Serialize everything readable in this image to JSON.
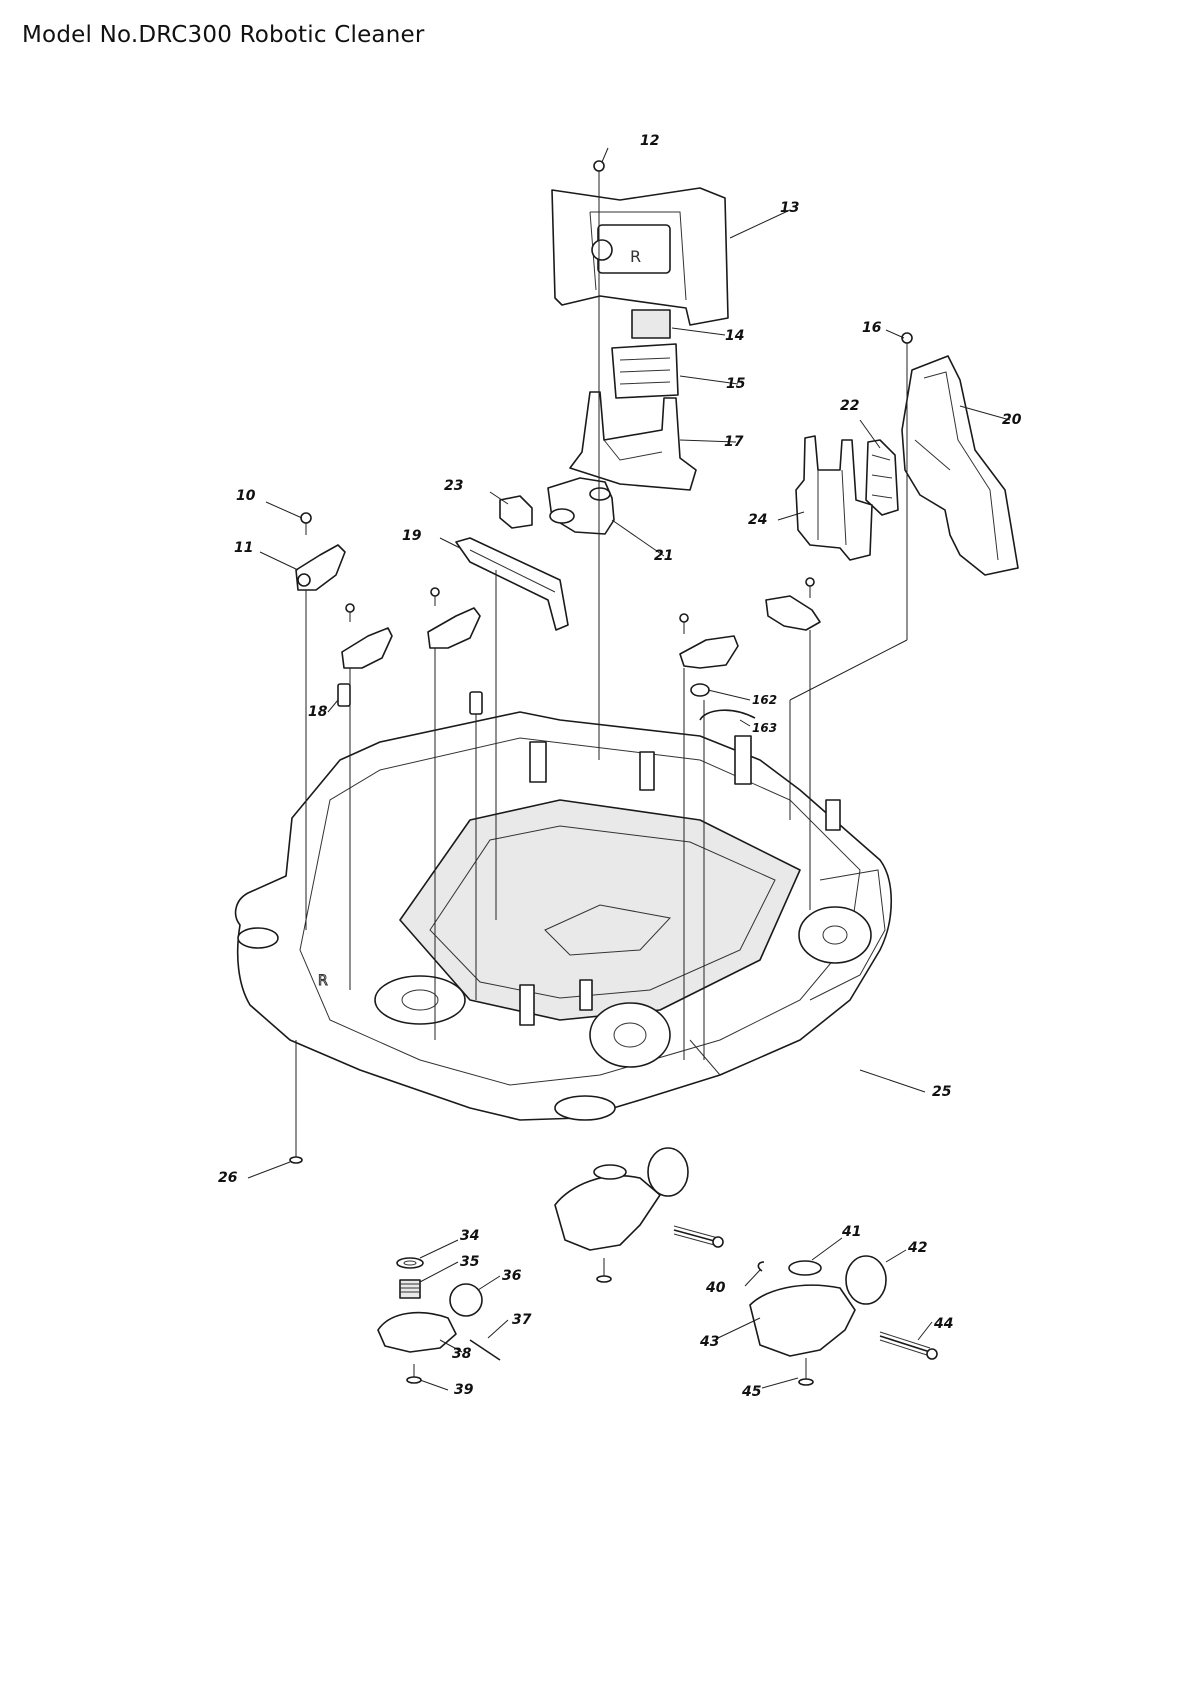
{
  "title": "Model No.DRC300 Robotic Cleaner",
  "parts": [
    {
      "key": "p12",
      "label": "12"
    },
    {
      "key": "p13",
      "label": "13"
    },
    {
      "key": "p14",
      "label": "14"
    },
    {
      "key": "p15",
      "label": "15"
    },
    {
      "key": "p16",
      "label": "16"
    },
    {
      "key": "p17",
      "label": "17"
    },
    {
      "key": "p20",
      "label": "20"
    },
    {
      "key": "p22",
      "label": "22"
    },
    {
      "key": "p10",
      "label": "10"
    },
    {
      "key": "p23",
      "label": "23"
    },
    {
      "key": "p24",
      "label": "24"
    },
    {
      "key": "p11",
      "label": "11"
    },
    {
      "key": "p19",
      "label": "19"
    },
    {
      "key": "p21",
      "label": "21"
    },
    {
      "key": "p18",
      "label": "18"
    },
    {
      "key": "p162",
      "label": "162"
    },
    {
      "key": "p163",
      "label": "163"
    },
    {
      "key": "p25",
      "label": "25"
    },
    {
      "key": "p26",
      "label": "26"
    },
    {
      "key": "p34",
      "label": "34"
    },
    {
      "key": "p35",
      "label": "35"
    },
    {
      "key": "p36",
      "label": "36"
    },
    {
      "key": "p37",
      "label": "37"
    },
    {
      "key": "p38",
      "label": "38"
    },
    {
      "key": "p39",
      "label": "39"
    },
    {
      "key": "p40",
      "label": "40"
    },
    {
      "key": "p41",
      "label": "41"
    },
    {
      "key": "p42",
      "label": "42"
    },
    {
      "key": "p43",
      "label": "43"
    },
    {
      "key": "p44",
      "label": "44"
    },
    {
      "key": "p45",
      "label": "45"
    }
  ]
}
